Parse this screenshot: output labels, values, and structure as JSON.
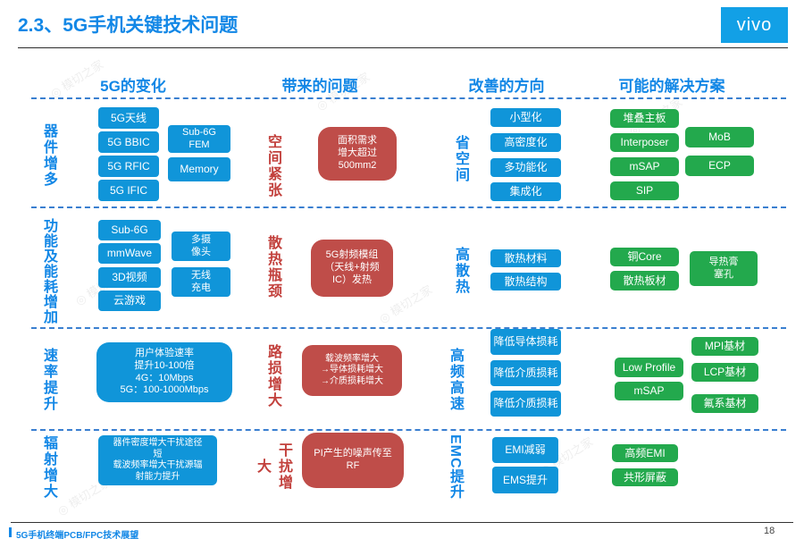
{
  "header": {
    "title": "2.3、5G手机关键技术问题",
    "logo_text": "vivo"
  },
  "columns": {
    "changes": "5G的变化",
    "problems": "带来的问题",
    "directions": "改善的方向",
    "solutions": "可能的解决方案"
  },
  "rows": [
    {
      "label": "器件增多",
      "changes_col1": [
        "5G天线",
        "5G BBIC",
        "5G RFIC",
        "5G IFIC"
      ],
      "changes_col2": [
        "Sub-6G\nFEM",
        "Memory"
      ],
      "problem_label": "空间紧张",
      "problem_box": "面积需求\n增大超过\n500mm2",
      "direction_label": "省空间",
      "direction_boxes": [
        "小型化",
        "高密度化",
        "多功能化",
        "集成化"
      ],
      "solutions_col1": [
        "堆叠主板",
        "Interposer",
        "mSAP",
        "SIP"
      ],
      "solutions_col2": [
        "MoB",
        "ECP"
      ]
    },
    {
      "label": "功能及能耗增加",
      "changes_col1": [
        "Sub-6G",
        "mmWave",
        "3D视频",
        "云游戏"
      ],
      "changes_col2": [
        "多摄\n像头",
        "无线\n充电"
      ],
      "problem_label": "散热瓶颈",
      "problem_box": "5G射频模组\n（天线+射频\nIC）发热",
      "direction_label": "高散热",
      "direction_boxes": [
        "散热材料",
        "散热结构"
      ],
      "solutions_col1": [
        "铜Core",
        "散热板材"
      ],
      "solutions_col2": [
        "导热膏\n塞孔"
      ]
    },
    {
      "label": "速率提升",
      "changes_box": "用户体验速率\n提升10-100倍\n4G：10Mbps\n5G：100-1000Mbps",
      "problem_label": "路损增大",
      "problem_box": "载波频率增大\n→导体损耗增大\n→介质损耗增大",
      "direction_label": "高频高速",
      "direction_boxes": [
        "降低导体损耗",
        "降低介质损耗",
        "降低介质损耗"
      ],
      "solutions_col1": [
        "Low Profile",
        "mSAP"
      ],
      "solutions_col2": [
        "MPI基材",
        "LCP基材",
        "氟系基材"
      ]
    },
    {
      "label": "辐射增大",
      "changes_box": "器件密度增大干扰途径\n短\n载波频率增大干扰源辐\n射能力提升",
      "problem_label": "干扰增大",
      "problem_box": "PI产生的噪声传至\nRF",
      "direction_label": "EMC提升",
      "direction_boxes": [
        "EMI减弱",
        "EMS提升"
      ],
      "solutions_col1": [
        "高频EMI",
        "共形屏蔽"
      ]
    }
  ],
  "footer": {
    "left_text": "5G手机终端PCB/FPC技术展望",
    "page_number": "18"
  },
  "watermark": "模切之家",
  "colors": {
    "accent_blue": "#1287E6",
    "box_blue": "#1095D9",
    "box_green": "#23A94D",
    "box_red": "#BF4D49",
    "vivo_blue": "#12A0E6",
    "red_text": "#C2403C"
  }
}
